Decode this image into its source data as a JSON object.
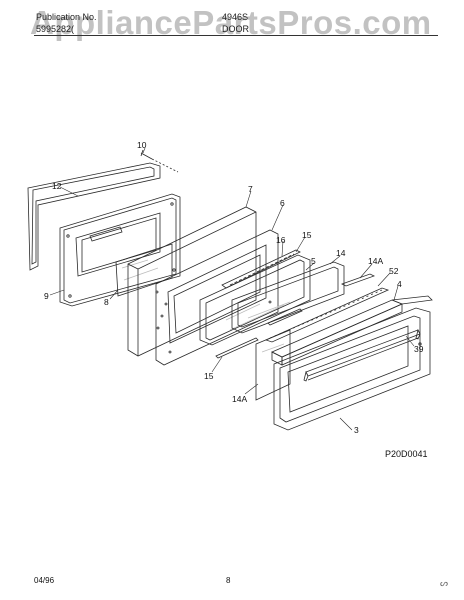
{
  "header": {
    "publication_label": "Publication No.",
    "publication_number": "5995282(",
    "model": "4946S",
    "section": "DOOR"
  },
  "watermark": "AppliancePartsPros.com",
  "figure_code": "P20D0041",
  "footer": {
    "date": "04/96",
    "page": "8",
    "mark": "ᔕ"
  },
  "callouts": [
    {
      "id": "10",
      "text": "10"
    },
    {
      "id": "12",
      "text": "12"
    },
    {
      "id": "7",
      "text": "7"
    },
    {
      "id": "6",
      "text": "6"
    },
    {
      "id": "16",
      "text": "16"
    },
    {
      "id": "15a",
      "text": "15"
    },
    {
      "id": "14",
      "text": "14"
    },
    {
      "id": "5",
      "text": "5"
    },
    {
      "id": "14a1",
      "text": "14A"
    },
    {
      "id": "52",
      "text": "52"
    },
    {
      "id": "4",
      "text": "4"
    },
    {
      "id": "39",
      "text": "39"
    },
    {
      "id": "9",
      "text": "9"
    },
    {
      "id": "8",
      "text": "8"
    },
    {
      "id": "15b",
      "text": "15"
    },
    {
      "id": "14a2",
      "text": "14A"
    },
    {
      "id": "3",
      "text": "3"
    }
  ],
  "colors": {
    "line": "#2a2a2a",
    "glass": "#bdbdbd",
    "watermark": "#787878"
  }
}
